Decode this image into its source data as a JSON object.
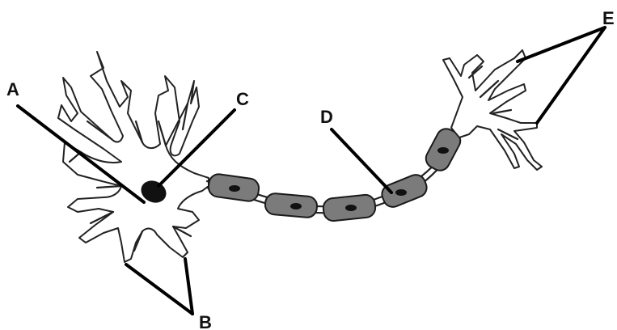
{
  "labels": {
    "A": "A",
    "B": "B",
    "C": "C",
    "D": "D",
    "E": "E"
  },
  "colors": {
    "myelin": "#7b7b7b",
    "outline": "#222222",
    "nucleus": "#000000"
  }
}
